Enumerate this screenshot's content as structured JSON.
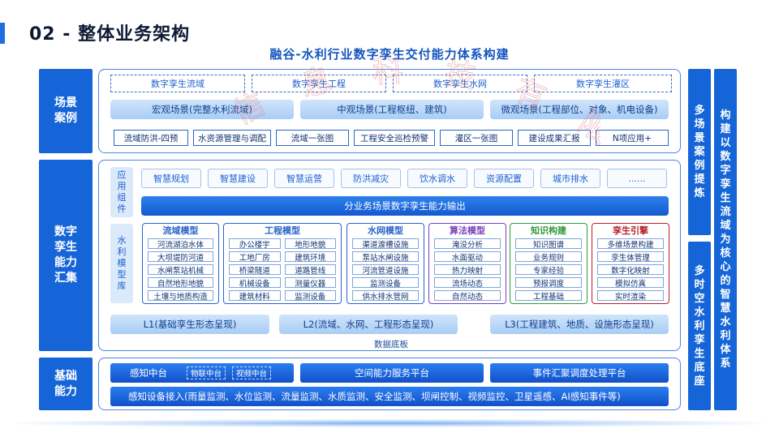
{
  "header": {
    "title": "02 - 整体业务架构",
    "subtitle": "融谷-水利行业数字孪生交付能力体系构建"
  },
  "layers": {
    "scene": "场景\n案例",
    "aggregate": "数字\n孪生\n能力\n汇集",
    "base": "基础\n能力"
  },
  "right_columns": {
    "multi_scene": "多场景案例提炼",
    "core": "构建以数字孪生流域为核心的智慧水利体系",
    "multi_time": "多时空水利孪生底座"
  },
  "scene": {
    "top": [
      "数字孪生流域",
      "数字孪生工程",
      "数字孪生水网",
      "数字孪生灌区"
    ],
    "middle": [
      "宏观场景(完整水利流域)",
      "中观场景(工程枢纽、建筑)",
      "微观场景(工程部位、对象、机电设备)"
    ],
    "bottom": [
      "流域防洪-四预",
      "水资源管理与调配",
      "流域一张图",
      "工程安全巡检预警",
      "灌区一张图",
      "建设成果汇报",
      "N项应用+"
    ]
  },
  "aggregate": {
    "app_tag": "应用组件",
    "apps": [
      "智慧规划",
      "智慧建设",
      "智慧运营",
      "防洪减灾",
      "饮水调水",
      "资源配置",
      "城市排水",
      "......"
    ],
    "output_bar": "分业务场景数字孪生能力输出",
    "model_tag": "水利模型库",
    "models": [
      {
        "title": "流域模型",
        "color": "#2a64c8",
        "items": [
          "河流湖泊水体",
          "大坝堤防河道",
          "水闸泵站机械",
          "自然地形地貌",
          "土壤与地质构造"
        ]
      },
      {
        "title": "工程模型",
        "color": "#2a64c8",
        "items": [
          "办公楼宇",
          "地形地貌",
          "工地厂房",
          "建筑环境",
          "桥梁隧道",
          "道路管线",
          "机械设备",
          "测量仪器",
          "建筑材料",
          "监测设备"
        ]
      },
      {
        "title": "水网模型",
        "color": "#2a64c8",
        "items": [
          "渠道渡槽设施",
          "泵站水闸设施",
          "河流管道设施",
          "监测设备",
          "供水排水管网"
        ]
      },
      {
        "title": "算法模型",
        "color": "#7b3fb8",
        "items": [
          "淹没分析",
          "水面驱动",
          "热力映射",
          "流场动态",
          "自然动态"
        ]
      },
      {
        "title": "知识构建",
        "color": "#2e9a3a",
        "items": [
          "知识图谱",
          "业务规则",
          "专家经验",
          "预报调度",
          "工程基础"
        ]
      },
      {
        "title": "孪生引擎",
        "color": "#b8202a",
        "items": [
          "多维场景构建",
          "孪生体管理",
          "数字化映射",
          "模拟仿真",
          "实时渲染"
        ]
      }
    ],
    "levels": [
      "L1(基础孪生形态呈现)",
      "L2(流域、水网、工程形态呈现)",
      "L3(工程建筑、地质、设施形态呈现)"
    ],
    "base_board": "数据底板"
  },
  "base": {
    "perception": "感知中台",
    "iot": "物联中台",
    "video": "视频中台",
    "spatial": "空间能力服务平台",
    "event": "事件汇聚调度处理平台",
    "access": "感知设备接入(雨量监测、水位监测、流量监测、水质监测、安全监测、坝闸控制、视频监控、卫星遥感、AI感知事件等)"
  },
  "watermark": "广东融谷信息科技有限公司",
  "colors": {
    "primary": "#1565d8",
    "light_fill": "#cfe4fb",
    "border": "#4a86e0"
  }
}
